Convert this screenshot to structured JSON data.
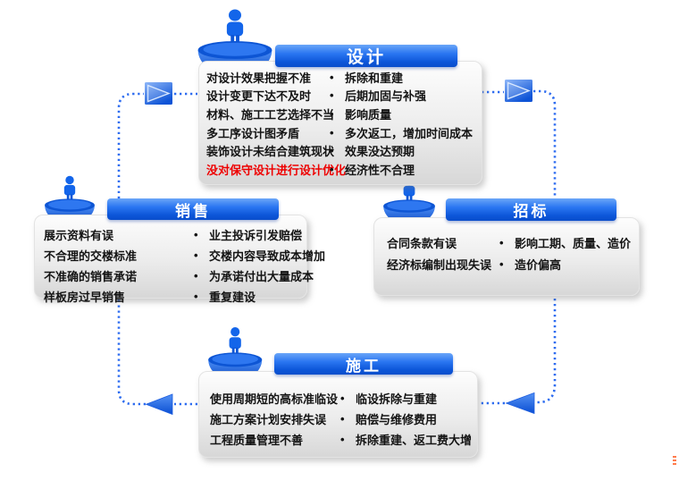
{
  "ui": {
    "bullet": "•"
  },
  "colors": {
    "accent_blue": "#1566ea",
    "dotted_line_blue": "#2d6cf0",
    "panel_gray_top": "#fdfdfd",
    "panel_gray_bottom": "#d7d7d7",
    "highlight_red": "#ee0000",
    "body_text": "#141414",
    "bar_text": "#ffffff"
  },
  "flow": {
    "design": {
      "title": "设计",
      "causes": [
        "对设计效果把握不准",
        "设计变更下达不及时",
        "材料、施工工艺选择不当",
        "多工序设计图矛盾",
        "装饰设计未结合建筑现状",
        "没对保守设计进行设计优化"
      ],
      "effects": [
        "拆除和重建",
        "后期加固与补强",
        "影响质量",
        "多次返工，增加时间成本",
        "效果没达预期",
        "经济性不合理"
      ]
    },
    "bidding": {
      "title": "招标",
      "causes": [
        "合同条款有误",
        "经济标编制出现失误"
      ],
      "effects": [
        "影响工期、质量、造价",
        "造价偏高"
      ]
    },
    "construction": {
      "title": "施工",
      "causes": [
        "使用周期短的高标准临设",
        "施工方案计划安排失误",
        "工程质量管理不善"
      ],
      "effects": [
        "临设拆除与重建",
        "赔偿与维修费用",
        "拆除重建、返工费大增"
      ]
    },
    "sales": {
      "title": "销售",
      "causes": [
        "展示资料有误",
        "不合理的交楼标准",
        "不准确的销售承诺",
        "样板房过早销售"
      ],
      "effects": [
        "业主投诉引发赔偿",
        "交楼内容导致成本增加",
        "为承诺付出大量成本",
        "重复建设"
      ]
    }
  }
}
